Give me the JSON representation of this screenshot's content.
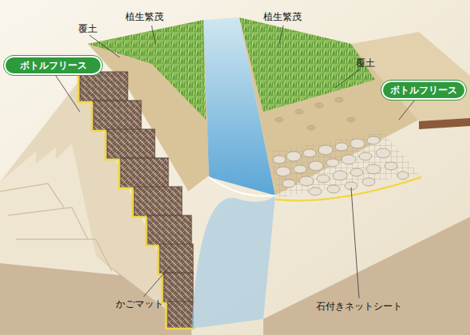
{
  "diagram": {
    "nodes": [
      {
        "text": [
          "ボトルフリース"
        ]
      },
      {
        "text": [
          "ボトルフリース"
        ]
      }
    ],
    "labels": [
      "覆土",
      "植生繁茂",
      "植生繁茂",
      "覆土",
      "かごマット",
      "石付きネットシート"
    ]
  }
}
